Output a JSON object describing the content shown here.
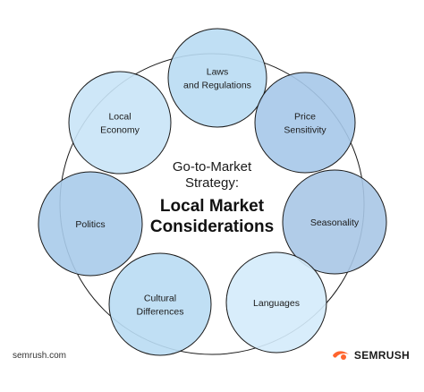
{
  "center": {
    "subtitle_line1": "Go-to-Market",
    "subtitle_line2": "Strategy:",
    "title_line1": "Local Market",
    "title_line2": "Considerations"
  },
  "nodes": [
    {
      "lines": [
        "Laws",
        "and Regulations"
      ],
      "color": "#b9dcf3"
    },
    {
      "lines": [
        "Price",
        "Sensitivity"
      ],
      "color": "#a6c8e9"
    },
    {
      "lines": [
        "Seasonality"
      ],
      "color": "#a9c7e6"
    },
    {
      "lines": [
        "Languages"
      ],
      "color": "#d4ebfb"
    },
    {
      "lines": [
        "Cultural",
        "Differences"
      ],
      "color": "#b9dcf3"
    },
    {
      "lines": [
        "Politics"
      ],
      "color": "#a9cbea"
    },
    {
      "lines": [
        "Local",
        "Economy"
      ],
      "color": "#c9e4f7"
    }
  ],
  "footer": {
    "source": "semrush.com",
    "brand": "SEMRUSH",
    "brand_color": "#ff642d"
  }
}
